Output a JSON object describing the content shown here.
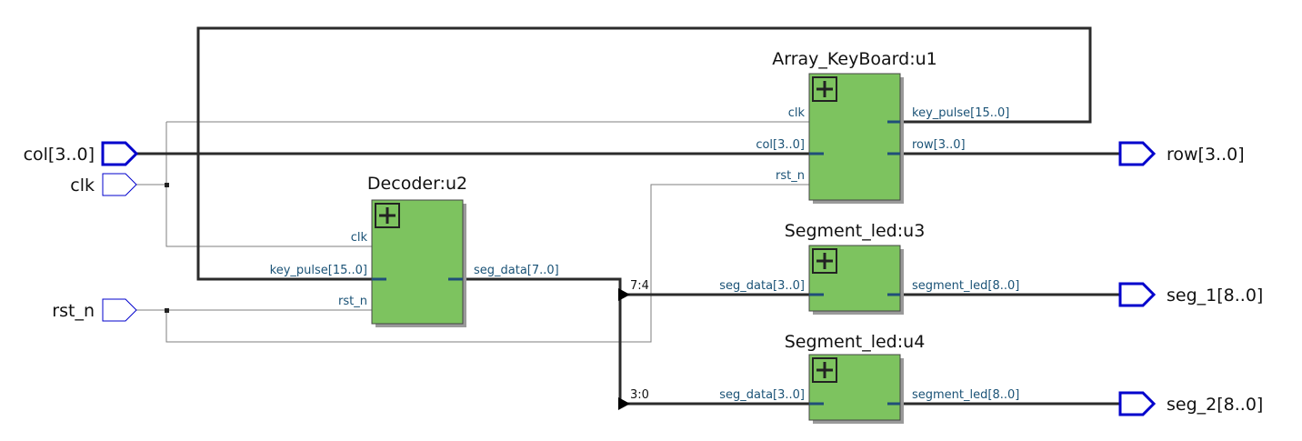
{
  "blocks": {
    "keyboard": {
      "title": "Array_KeyBoard:u1",
      "pins": {
        "clk": "clk",
        "col": "col[3..0]",
        "rst_n": "rst_n",
        "key_pulse": "key_pulse[15..0]",
        "row": "row[3..0]"
      }
    },
    "decoder": {
      "title": "Decoder:u2",
      "pins": {
        "clk": "clk",
        "key_pulse": "key_pulse[15..0]",
        "rst_n": "rst_n",
        "seg_data": "seg_data[7..0]"
      }
    },
    "segment_u3": {
      "title": "Segment_led:u3",
      "pins": {
        "seg_data": "seg_data[3..0]",
        "segment_led": "segment_led[8..0]"
      }
    },
    "segment_u4": {
      "title": "Segment_led:u4",
      "pins": {
        "seg_data": "seg_data[3..0]",
        "segment_led": "segment_led[8..0]"
      }
    }
  },
  "ports": {
    "inputs": {
      "col": "col[3..0]",
      "clk": "clk",
      "rst_n": "rst_n"
    },
    "outputs": {
      "row": "row[3..0]",
      "seg_1": "seg_1[8..0]",
      "seg_2": "seg_2[8..0]"
    }
  },
  "bus_slices": {
    "upper": "7:4",
    "lower": "3:0"
  },
  "colors": {
    "block_fill": "#7dc35f",
    "port_outline": "#0000cc",
    "pin_label": "#1a5276",
    "bus_wire": "#2b2b2b",
    "signal_wire": "#7f7f7f"
  }
}
